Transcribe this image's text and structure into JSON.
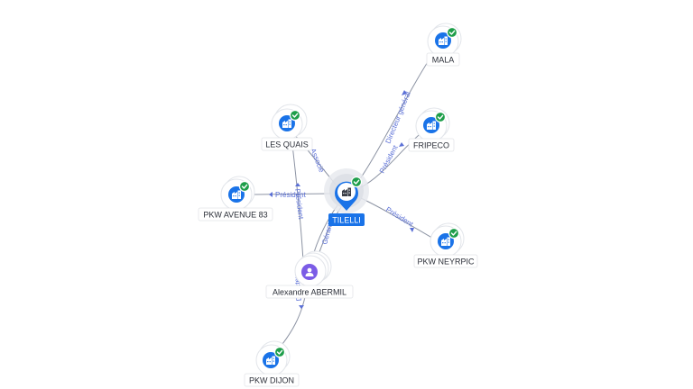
{
  "colors": {
    "company": "#1a73e8",
    "person": "#7b5ce6",
    "verified": "#1e9e4a",
    "edge": "#8c93a3",
    "edge_label": "#5a6fd6"
  },
  "central": {
    "id": "tilelli",
    "label": "TILELLI",
    "icon": "building-icon",
    "verified": true
  },
  "nodes": [
    {
      "id": "mala",
      "label": "MALA",
      "type": "company",
      "icon": "building-icon",
      "verified": true
    },
    {
      "id": "fripeco",
      "label": "FRIPECO",
      "type": "company",
      "icon": "building-icon",
      "verified": true
    },
    {
      "id": "les-quais",
      "label": "LES QUAIS",
      "type": "company",
      "icon": "building-icon",
      "verified": true
    },
    {
      "id": "pkw-avenue-83",
      "label": "PKW AVENUE 83",
      "type": "company",
      "icon": "building-icon",
      "verified": true
    },
    {
      "id": "pkw-neyrpic",
      "label": "PKW NEYRPIC",
      "type": "company",
      "icon": "building-icon",
      "verified": true
    },
    {
      "id": "alexandre-abermil",
      "label": "Alexandre ABERMIL",
      "type": "person",
      "icon": "person-icon",
      "verified": false
    },
    {
      "id": "pkw-dijon",
      "label": "PKW DIJON",
      "type": "company",
      "icon": "building-icon",
      "verified": true
    }
  ],
  "edges": [
    {
      "id": "tilelli-mala",
      "label": "Directeur général"
    },
    {
      "id": "tilelli-fripeco",
      "label": "Président"
    },
    {
      "id": "tilelli-les-quais",
      "label": "Associé"
    },
    {
      "id": "tilelli-pkw-avenue-83",
      "label": "Président"
    },
    {
      "id": "tilelli-pkw-neyrpic",
      "label": "Président"
    },
    {
      "id": "abermil-tilelli",
      "label": "Gérant"
    },
    {
      "id": "abermil-les-quais",
      "label": "Président"
    },
    {
      "id": "abermil-pkw-dijon",
      "label": "Directeur"
    }
  ]
}
